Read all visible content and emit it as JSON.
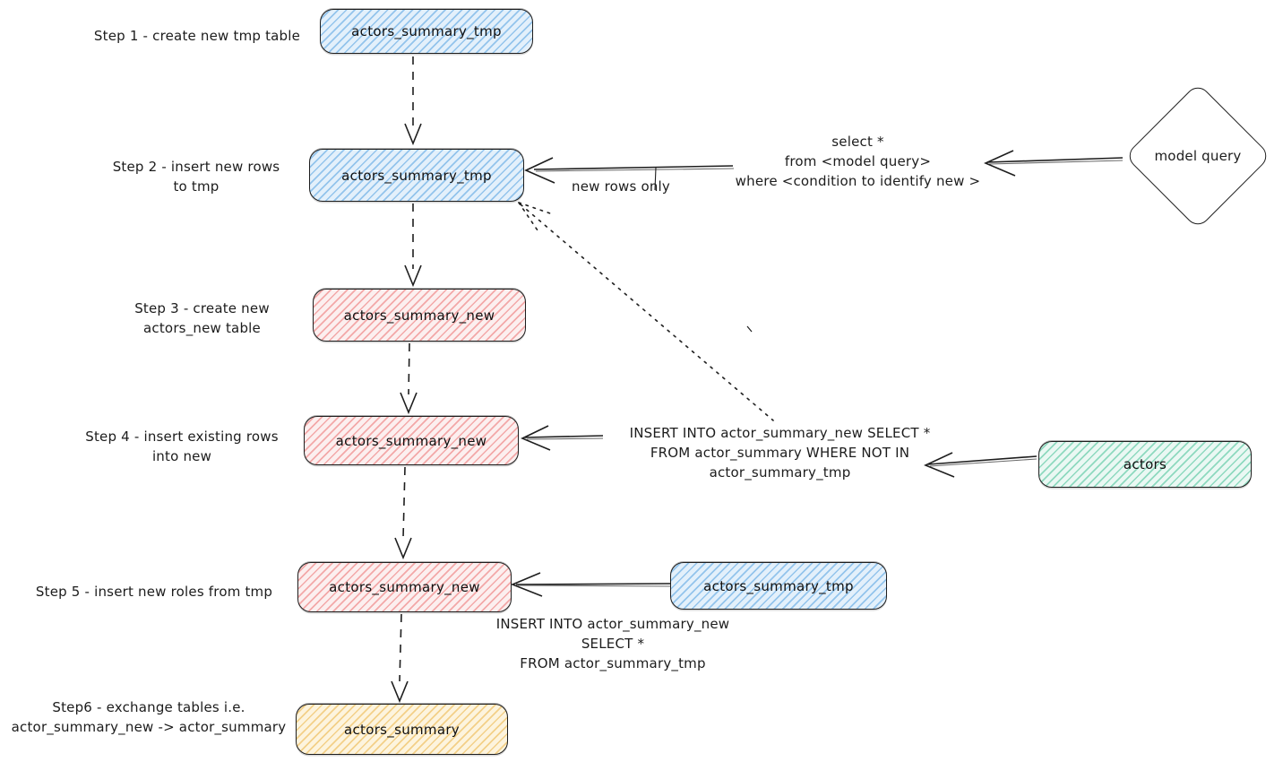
{
  "steps": {
    "s1": "Step 1 - create new tmp table",
    "s2": "Step 2 - insert new rows\nto tmp",
    "s3": "Step 3 - create new\nactors_new table",
    "s4": "Step 4 - insert existing rows\ninto new",
    "s5": "Step 5 - insert new roles from tmp",
    "s6": "Step6 - exchange tables i.e.\nactor_summary_new -> actor_summary"
  },
  "nodes": {
    "step1_box": "actors_summary_tmp",
    "step2_box": "actors_summary_tmp",
    "step3_box": "actors_summary_new",
    "step4_box": "actors_summary_new",
    "step5_box": "actors_summary_new",
    "step6_box": "actors_summary",
    "actors_source": "actors",
    "tmp_source": "actors_summary_tmp",
    "model_query": "model query"
  },
  "annotations": {
    "select_query": "select *\nfrom <model query>\nwhere <condition to identify new >",
    "new_rows_only": "new rows only",
    "insert_existing": "INSERT INTO actor_summary_new SELECT *\nFROM actor_summary WHERE NOT IN\nactor_summary_tmp",
    "insert_from_tmp": "INSERT INTO actor_summary_new\nSELECT *\nFROM actor_summary_tmp"
  },
  "colors": {
    "stroke": "#1e1e1e",
    "blue_hatch": "#93c4ec",
    "pink_hatch": "#f3a8a8",
    "green_hatch": "#8ed9bf",
    "yellow_hatch": "#f3d088",
    "background": "#ffffff"
  }
}
